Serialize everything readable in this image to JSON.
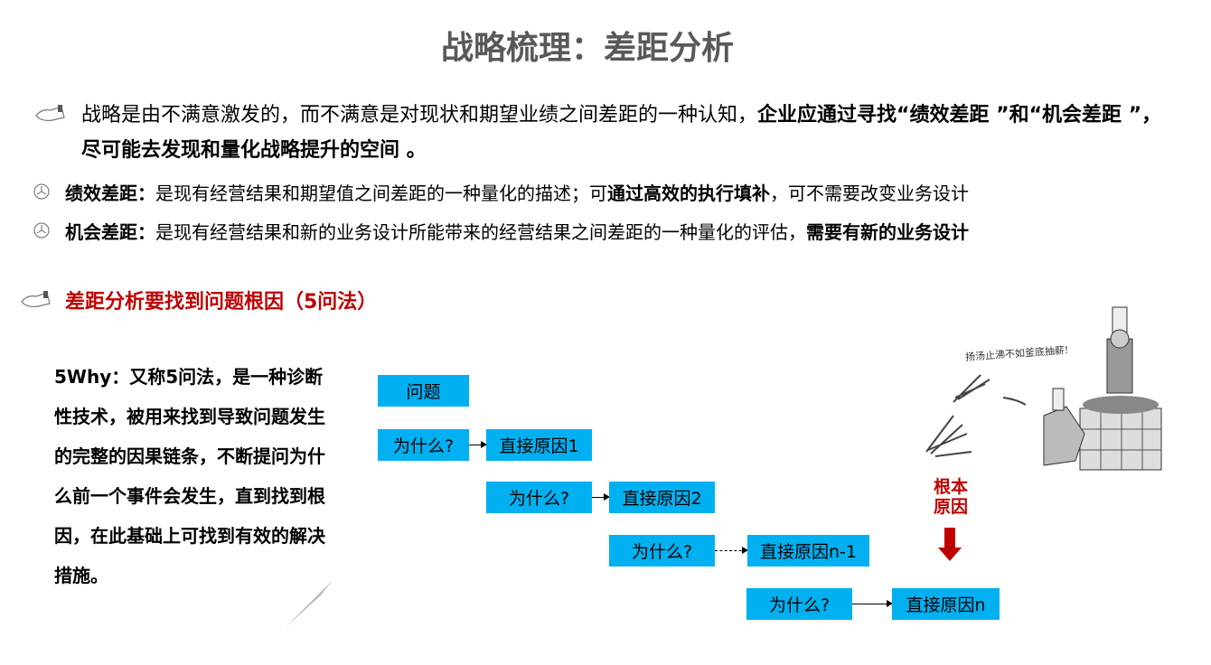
{
  "title": "战略梳理：差距分析",
  "intro": {
    "normal": "战略是由不满意激发的，而不满意是对现状和期望业绩之间差距的一种认知，",
    "bold": "企业应通过寻找“绩效差距 ”和“机会差距 ”，尽可能去发现和量化战略提升的空间 。"
  },
  "bullets": [
    {
      "term": "绩效差距：",
      "text": "是现有经营结果和期望值之间差距的一种量化的描述；可",
      "bold": "通过高效的执行填补",
      "tail": "，可不需要改变业务设计"
    },
    {
      "term": "机会差距：",
      "text": "是现有经营结果和新的业务设计所能带来的经营结果之间差距的一种量化的评估，",
      "bold": "需要有新的业务设计",
      "tail": ""
    }
  ],
  "section_heading": "差距分析要找到问题根因（5问法）",
  "five_why_desc": "5Why：又称5问法，是一种诊断性技术，被用来找到导致问题发生的完整的因果链条，不断提问为什么前一个事件会发生，直到找到根因，在此基础上可找到有效的解决措施。",
  "flow": {
    "problem": "问题",
    "why": "为什么?",
    "causes": [
      "直接原因1",
      "直接原因2",
      "直接原因n-1",
      "直接原因n"
    ]
  },
  "root_cause": "根本原因",
  "illustration_caption": "扬汤止沸不如釜底抽薪!",
  "colors": {
    "title": "#595959",
    "accent_red": "#c00000",
    "box": "#00b0f0"
  }
}
